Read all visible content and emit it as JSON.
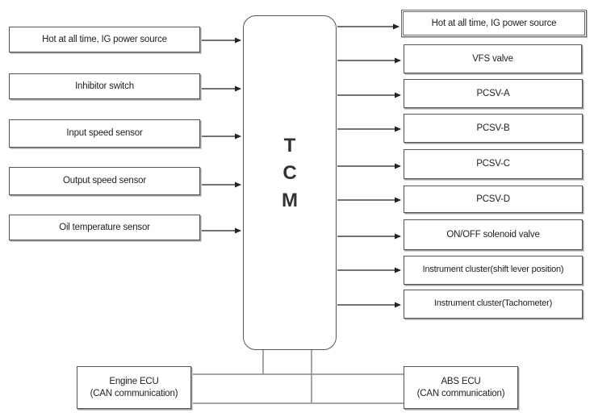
{
  "tcm": {
    "letters": [
      "T",
      "C",
      "M"
    ]
  },
  "inputs": [
    {
      "label": "Hot at all time, IG power source"
    },
    {
      "label": "Inhibitor switch"
    },
    {
      "label": "Input speed sensor"
    },
    {
      "label": "Output speed sensor"
    },
    {
      "label": "Oil temperature sensor"
    }
  ],
  "outputs": [
    {
      "label": "Hot at all time, IG power source"
    },
    {
      "label": "VFS valve"
    },
    {
      "label": "PCSV-A"
    },
    {
      "label": "PCSV-B"
    },
    {
      "label": "PCSV-C"
    },
    {
      "label": "PCSV-D"
    },
    {
      "label": "ON/OFF solenoid valve"
    },
    {
      "label": "Instrument cluster(shift lever position)"
    },
    {
      "label": "Instrument cluster(Tachometer)"
    }
  ],
  "can": {
    "engine_ecu": {
      "line1": "Engine ECU",
      "line2": "(CAN communication)"
    },
    "abs_ecu": {
      "line1": "ABS ECU",
      "line2": "(CAN communication)"
    }
  }
}
